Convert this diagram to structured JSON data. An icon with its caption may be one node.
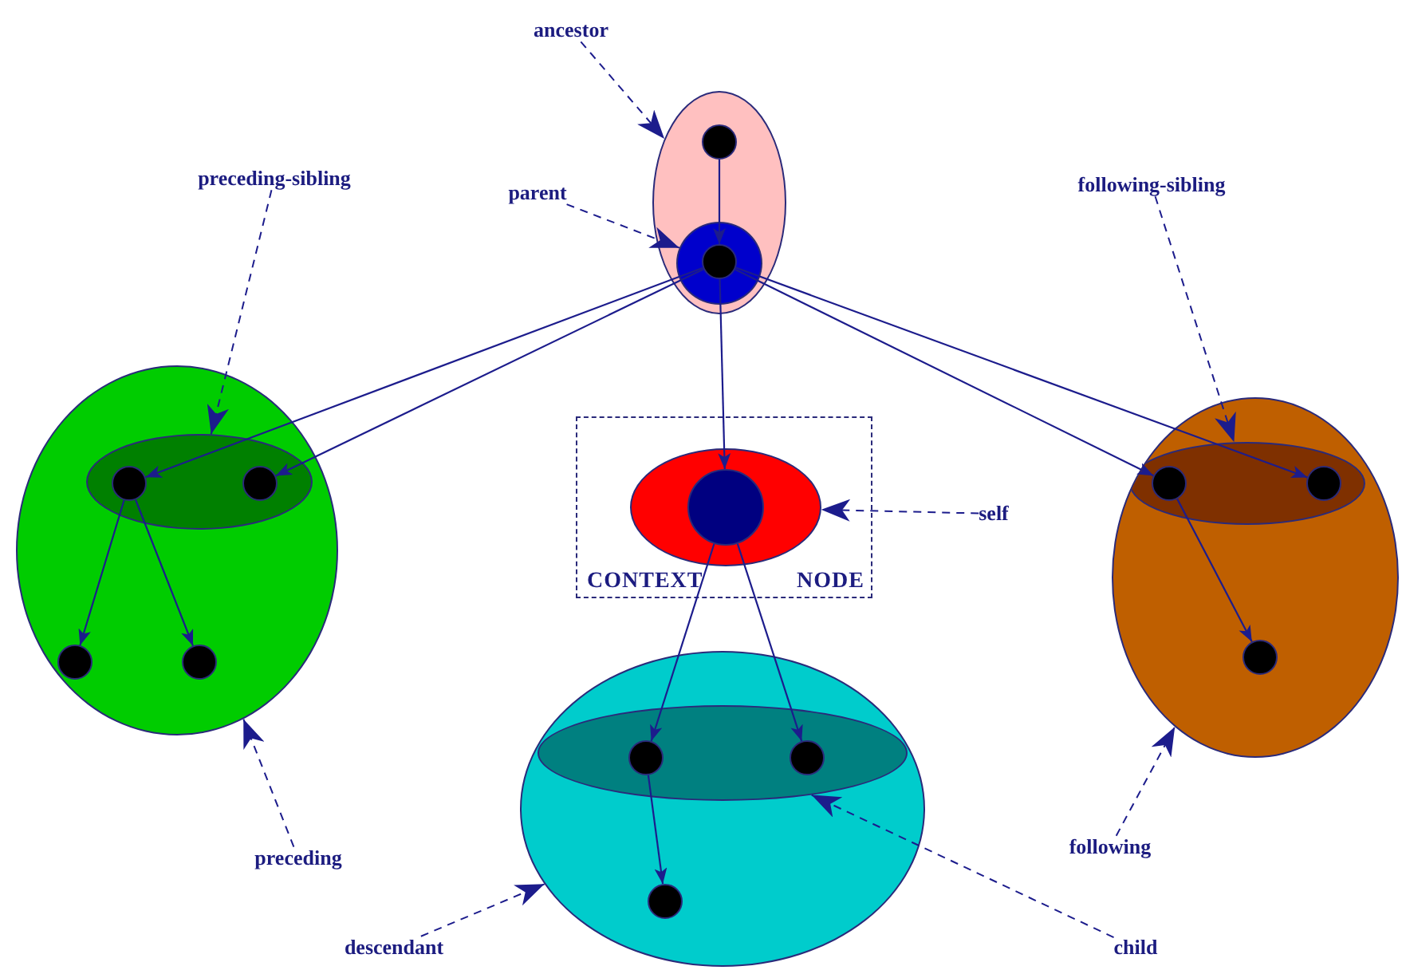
{
  "diagram": {
    "nodes": [
      {
        "text": [
          "ancestor"
        ]
      },
      {
        "text": [],
        "shape": "ellipse"
      },
      {
        "text": [],
        "shape": "circle",
        "in": 1
      },
      {
        "text": [
          "parent"
        ]
      },
      {
        "text": [],
        "shape": "ellipse",
        "in": 1
      },
      {
        "text": [],
        "shape": "circle",
        "in": 4
      },
      {
        "text": [
          "preceding-sibling"
        ]
      },
      {
        "text": [],
        "shape": "ellipse"
      },
      {
        "text": [],
        "shape": "ellipse",
        "in": 7
      },
      {
        "text": [],
        "shape": "circle",
        "in": 8
      },
      {
        "text": [],
        "shape": "circle",
        "in": 8
      },
      {
        "text": [],
        "shape": "circle",
        "in": 7
      },
      {
        "text": [],
        "shape": "circle",
        "in": 7
      },
      {
        "text": [
          "preceding"
        ]
      },
      {
        "text": [
          "CONTEXT",
          "NODE"
        ]
      },
      {
        "text": [],
        "shape": "ellipse",
        "in": 14
      },
      {
        "text": [],
        "shape": "circle",
        "in": 15
      },
      {
        "text": [
          "self"
        ]
      },
      {
        "text": [
          "following-sibling"
        ]
      },
      {
        "text": [],
        "shape": "ellipse"
      },
      {
        "text": [],
        "shape": "ellipse",
        "in": 19
      },
      {
        "text": [],
        "shape": "circle",
        "in": 20
      },
      {
        "text": [],
        "shape": "circle",
        "in": 20
      },
      {
        "text": [],
        "shape": "circle",
        "in": 19
      },
      {
        "text": [
          "following"
        ]
      },
      {
        "text": [],
        "shape": "ellipse"
      },
      {
        "text": [],
        "shape": "ellipse",
        "in": 25
      },
      {
        "text": [],
        "shape": "circle",
        "in": 26
      },
      {
        "text": [],
        "shape": "circle",
        "in": 26
      },
      {
        "text": [],
        "shape": "circle",
        "in": 25
      },
      {
        "text": [
          "descendant"
        ]
      },
      {
        "text": [
          "child"
        ]
      }
    ],
    "edges": [
      {
        "from": 2,
        "to": 5,
        "arrow": "to"
      },
      {
        "from": 5,
        "to": 9,
        "arrow": "to"
      },
      {
        "from": 5,
        "to": 10,
        "arrow": "to"
      },
      {
        "from": 5,
        "to": 16,
        "arrow": "to"
      },
      {
        "from": 5,
        "to": 21,
        "arrow": "to"
      },
      {
        "from": 5,
        "to": 22,
        "arrow": "to"
      },
      {
        "from": 9,
        "to": 11,
        "arrow": "to"
      },
      {
        "from": 9,
        "to": 12,
        "arrow": "to"
      },
      {
        "from": 21,
        "to": 23,
        "arrow": "to"
      },
      {
        "from": 16,
        "to": 27,
        "arrow": "to"
      },
      {
        "from": 16,
        "to": 28,
        "arrow": "to"
      },
      {
        "from": 27,
        "to": 29,
        "arrow": "to"
      },
      {
        "from": 0,
        "to": 1,
        "arrow": "to",
        "style": "dashed"
      },
      {
        "from": 3,
        "to": 4,
        "arrow": "to",
        "style": "dashed"
      },
      {
        "from": 6,
        "to": 8,
        "arrow": "to",
        "style": "dashed"
      },
      {
        "from": 13,
        "to": 7,
        "arrow": "to",
        "style": "dashed"
      },
      {
        "from": 17,
        "to": 15,
        "arrow": "to",
        "style": "dashed"
      },
      {
        "from": 18,
        "to": 20,
        "arrow": "to",
        "style": "dashed"
      },
      {
        "from": 24,
        "to": 19,
        "arrow": "to",
        "style": "dashed"
      },
      {
        "from": 30,
        "to": 25,
        "arrow": "to",
        "style": "dashed"
      },
      {
        "from": 31,
        "to": 26,
        "arrow": "to",
        "style": "dashed"
      }
    ]
  }
}
